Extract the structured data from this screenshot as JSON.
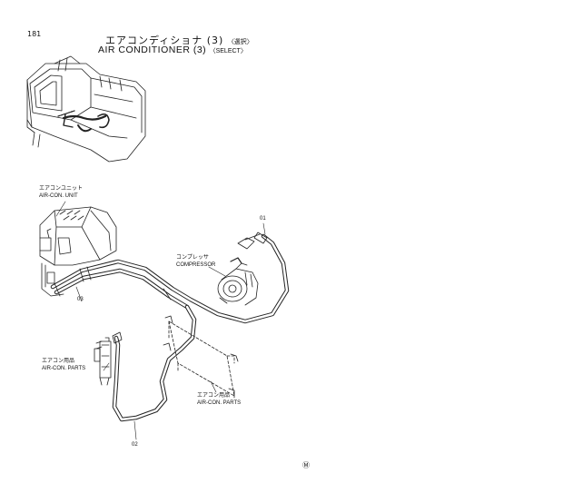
{
  "page": {
    "number": "181"
  },
  "title": {
    "jp": "エアコンディショナ (3)",
    "jp_sub": "〈選択〉",
    "en": "AIR CONDITIONER (3)",
    "en_sub": "〈SELECT〉"
  },
  "labels": {
    "aircon_unit_jp": "エアコンユニット",
    "aircon_unit_en": "AIR-CON. UNIT",
    "compressor_jp": "コンプレッサ",
    "compressor_en": "COMPRESSOR",
    "parts_left_jp": "エアコン用品",
    "parts_left_en": "AIR-CON. PARTS",
    "parts_right_jp": "エアコン用品",
    "parts_right_en": "AIR-CON. PARTS"
  },
  "callouts": {
    "c01": "01",
    "c02": "02",
    "c03": "03"
  },
  "footer": {
    "mark": "Ⓜ"
  }
}
